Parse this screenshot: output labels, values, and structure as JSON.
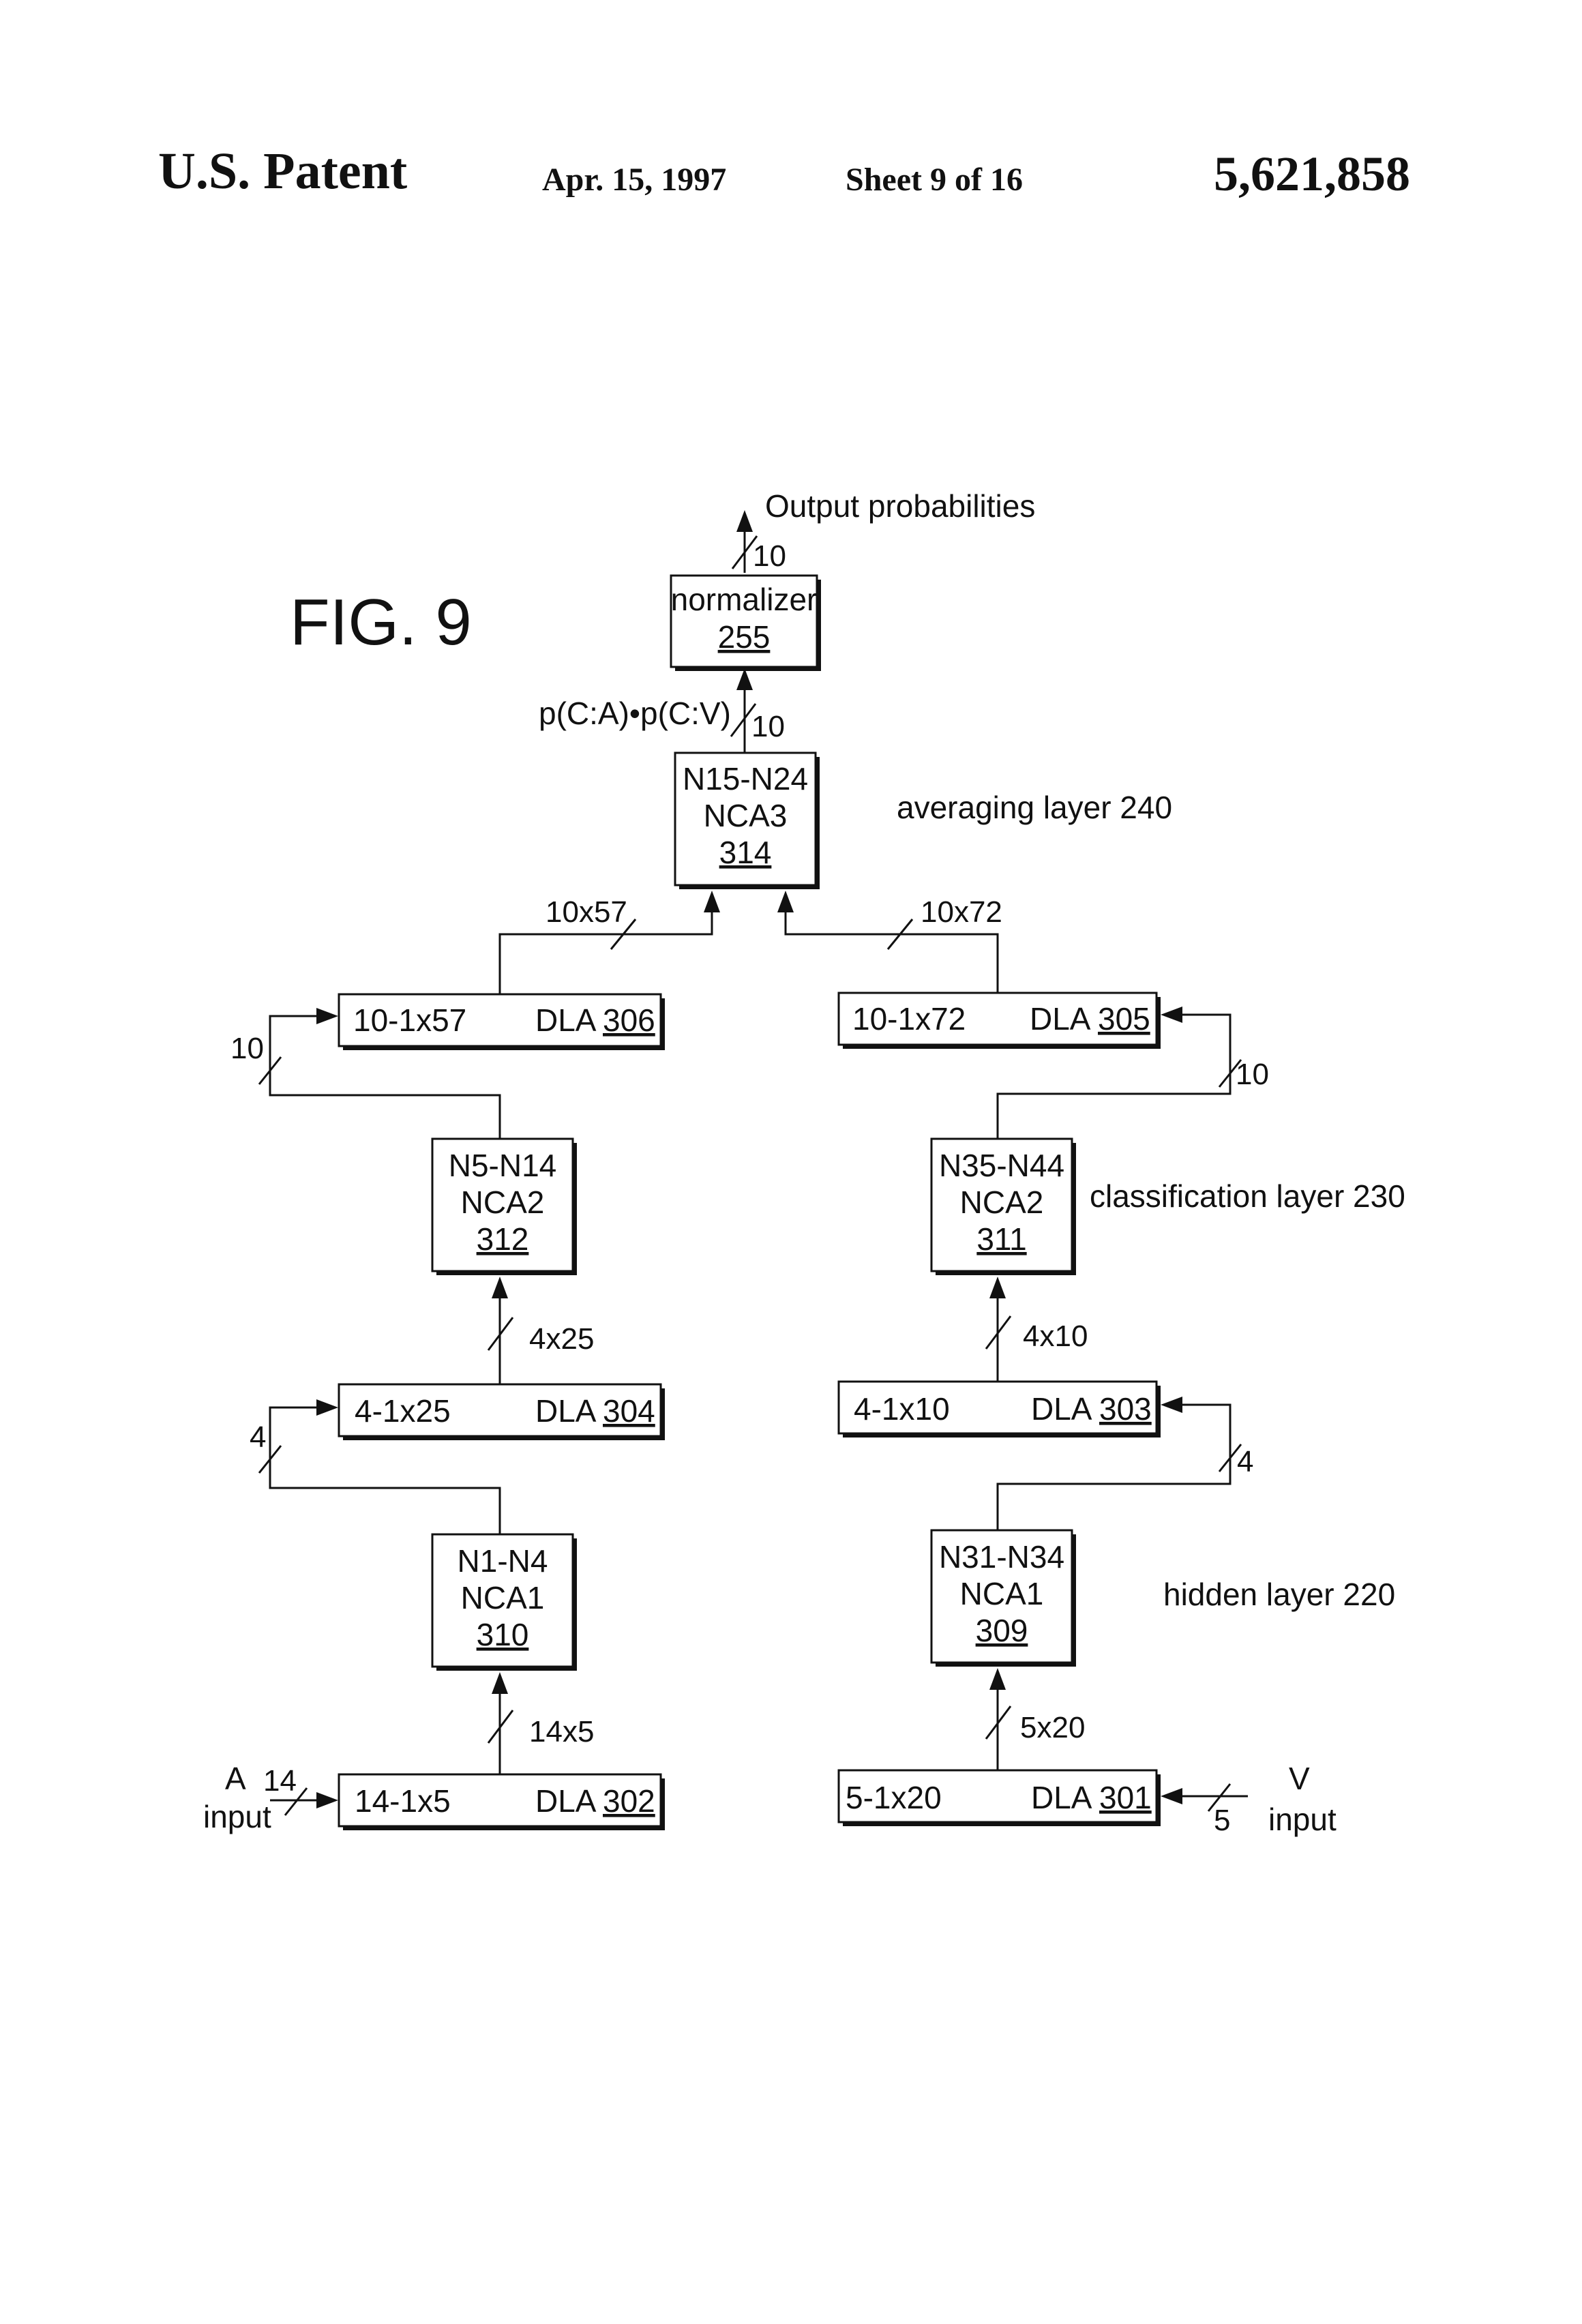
{
  "header": {
    "patent": "U.S. Patent",
    "date": "Apr. 15, 1997",
    "sheet": "Sheet 9 of 16",
    "number": "5,621,858"
  },
  "figure": {
    "label": "FIG. 9",
    "output_label": "Output probabilities",
    "product_label": "p(C:A)•p(C:V)",
    "layers": {
      "averaging": "averaging layer 240",
      "classification": "classification layer 230",
      "hidden": "hidden layer 220"
    },
    "inputs": {
      "a_letter": "A",
      "a_word": "input",
      "a_width": "14",
      "v_letter": "V",
      "v_word": "input",
      "v_width": "5"
    },
    "blocks": {
      "normalizer": {
        "line1": "normalizer",
        "ref": "255"
      },
      "nca3": {
        "line1": "N15-N24",
        "line2": "NCA3",
        "ref": "314"
      },
      "nca2_left": {
        "line1": "N5-N14",
        "line2": "NCA2",
        "ref": "312"
      },
      "nca2_right": {
        "line1": "N35-N44",
        "line2": "NCA2",
        "ref": "311"
      },
      "nca1_left": {
        "line1": "N1-N4",
        "line2": "NCA1",
        "ref": "310"
      },
      "nca1_right": {
        "line1": "N31-N34",
        "line2": "NCA1",
        "ref": "309"
      },
      "dla306": {
        "size": "10-1x57",
        "name": "DLA",
        "ref": "306"
      },
      "dla305": {
        "size": "10-1x72",
        "name": "DLA",
        "ref": "305"
      },
      "dla304": {
        "size": "4-1x25",
        "name": "DLA",
        "ref": "304"
      },
      "dla303": {
        "size": "4-1x10",
        "name": "DLA",
        "ref": "303"
      },
      "dla302": {
        "size": "14-1x5",
        "name": "DLA",
        "ref": "302"
      },
      "dla301": {
        "size": "5-1x20",
        "name": "DLA",
        "ref": "301"
      }
    },
    "bus_widths": {
      "out": "10",
      "norm_in": "10",
      "left_top": "10x57",
      "right_top": "10x72",
      "fb306": "10",
      "fb305": "10",
      "left_mid": "4x25",
      "right_mid": "4x10",
      "fb304": "4",
      "fb303": "4",
      "left_bot": "14x5",
      "right_bot": "5x20"
    }
  }
}
